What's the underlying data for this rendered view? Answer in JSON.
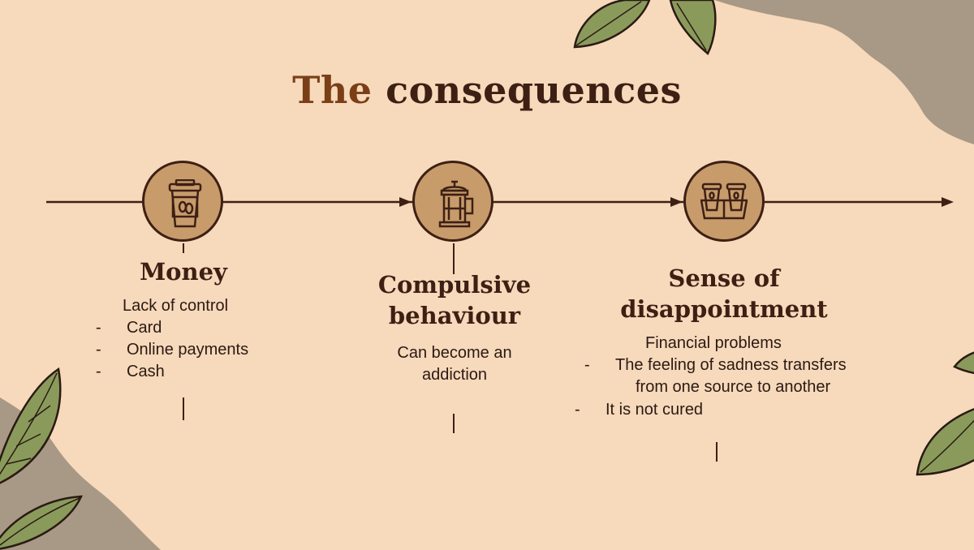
{
  "slide": {
    "title_part1": "The",
    "title_part2": "consequences"
  },
  "steps": [
    {
      "heading": "Money",
      "icon": "takeaway-coffee-cup-icon",
      "intro": "Lack of control",
      "bullets": [
        "Card",
        "Online payments",
        "Cash"
      ]
    },
    {
      "heading_line1": "Compulsive",
      "heading_line2": "behaviour",
      "icon": "french-press-icon",
      "text_line1": "Can become an",
      "text_line2": "addiction"
    },
    {
      "heading_line1": "Sense of",
      "heading_line2": "disappointment",
      "icon": "coffee-cup-carrier-icon",
      "intro": "Financial problems",
      "bullet1_line1": "The feeling of sadness transfers",
      "bullet1_line2": "from one source to another",
      "bullet2": "It is not cured"
    }
  ],
  "bullet_marker": "-",
  "colors": {
    "background": "#f7d9bb",
    "dark_brown": "#3d2014",
    "accent_brown": "#7a3f17",
    "circle_fill": "#c89b6b",
    "leaf_green": "#8a9a5b",
    "blob_gray": "#a89886"
  }
}
